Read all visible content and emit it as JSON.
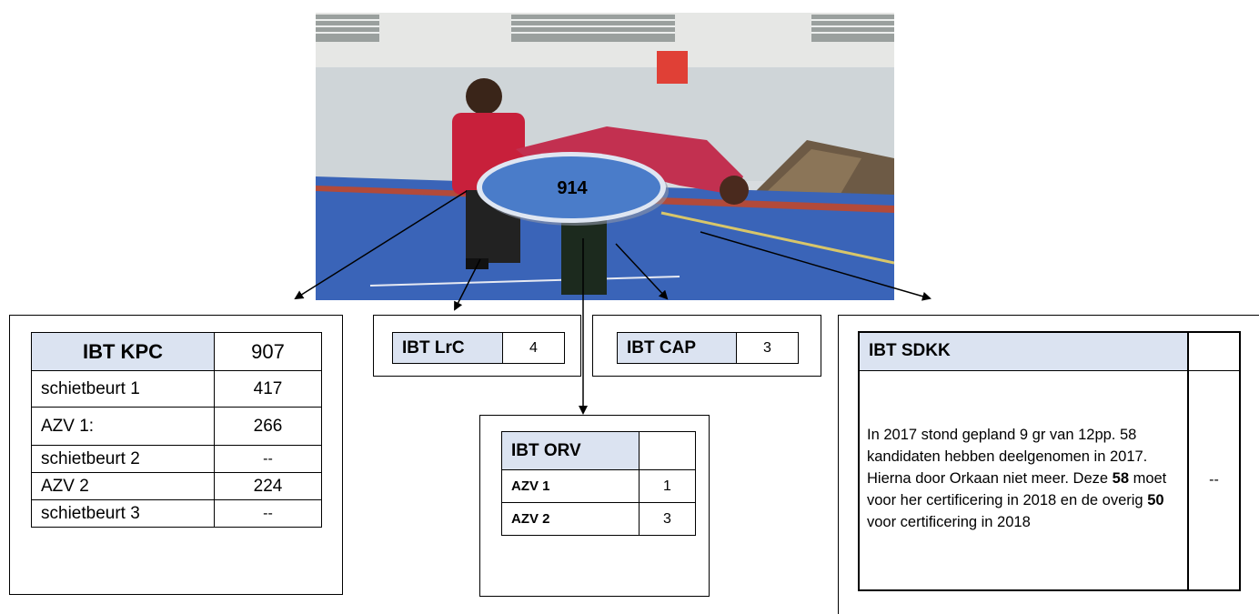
{
  "center": {
    "label": "914"
  },
  "kpc": {
    "title": "IBT KPC",
    "total": "907",
    "rows": [
      {
        "label": "schietbeurt 1",
        "value": "417"
      },
      {
        "label": "AZV 1:",
        "value": "266"
      },
      {
        "label": "schietbeurt 2",
        "value": "--"
      },
      {
        "label": "AZV 2",
        "value": "224"
      },
      {
        "label": "schietbeurt 3",
        "value": "--"
      }
    ]
  },
  "lrc": {
    "title": "IBT LrC",
    "value": "4"
  },
  "cap": {
    "title": "IBT CAP",
    "value": "3"
  },
  "orv": {
    "title": "IBT ORV",
    "total": "",
    "rows": [
      {
        "label": "AZV 1",
        "value": "1"
      },
      {
        "label": "AZV 2",
        "value": "3"
      }
    ]
  },
  "sdkk": {
    "title": "IBT SDKK",
    "total": "",
    "text_parts": [
      "In 2017 stond gepland 9 gr van 12pp. 58 kandidaten hebben deelgenomen in 2017. Hierna door Orkaan niet meer. Deze ",
      "58",
      " moet voor her certificering in 2018 en de overig ",
      "50",
      " voor certificering in 2018"
    ],
    "value": "--"
  },
  "colors": {
    "header_fill": "#dbe3f1",
    "ellipse_fill": "#4a7cc9",
    "ellipse_border": "#dfe6f2"
  }
}
